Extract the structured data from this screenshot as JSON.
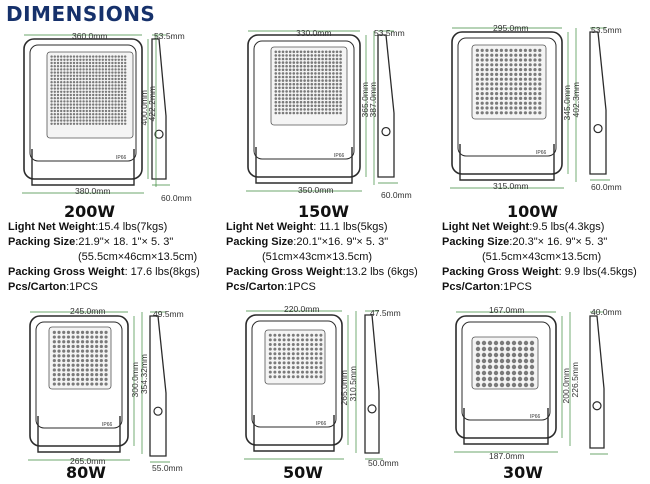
{
  "title": "DIMENSIONS",
  "products": [
    {
      "watt": "200W",
      "dims": {
        "top": "360.0mm",
        "bottom": "380.0mm",
        "side_top": "53.5mm",
        "side_bottom": "60.0mm",
        "h1": "400.0mm",
        "h2": "422.2mm"
      },
      "specs": {
        "net_label": "Light Net Weight",
        "net_value": ":15.4 lbs(7kgs)",
        "size_label": "Packing Size",
        "size_value": ":21.9\"× 18. 1\"× 5. 3\"",
        "size_metric": "(55.5cm×46cm×13.5cm)",
        "gross_label": "Packing Gross Weight",
        "gross_value": ": 17.6 lbs(8kgs)",
        "pcs_label": "Pcs/Carton",
        "pcs_value": ":1PCS"
      }
    },
    {
      "watt": "150W",
      "dims": {
        "top": "330.0mm",
        "bottom": "350.0mm",
        "side_top": "53.5mm",
        "side_bottom": "60.0mm",
        "h1": "365.0mm",
        "h2": "387.0mm"
      },
      "specs": {
        "net_label": "Light Net Weight",
        "net_value": ": 11.1 lbs(5kgs)",
        "size_label": "Packing Size",
        "size_value": ":20.1\"×16. 9\"× 5. 3\"",
        "size_metric": "(51cm×43cm×13.5cm)",
        "gross_label": "Packing Gross Weight",
        "gross_value": ":13.2 lbs (6kgs)",
        "pcs_label": "Pcs/Carton",
        "pcs_value": ":1PCS"
      }
    },
    {
      "watt": "100W",
      "dims": {
        "top": "295.0mm",
        "bottom": "315.0mm",
        "side_top": "53.5mm",
        "side_bottom": "60.0mm",
        "h1": "345.0mm",
        "h2": "402.3mm"
      },
      "specs": {
        "net_label": "Light Net Weight",
        "net_value": ":9.5 lbs(4.3kgs)",
        "size_label": "Packing Size",
        "size_value": ":20.3\"× 16. 9\"× 5. 3\"",
        "size_metric": "(51.5cm×43cm×13.5cm)",
        "gross_label": "Packing Gross Weight",
        "gross_value": ": 9.9 lbs(4.5kgs)",
        "pcs_label": "Pcs/Carton",
        "pcs_value": ":1PCS"
      }
    },
    {
      "watt": "80W",
      "dims": {
        "top": "245.0mm",
        "bottom": "265.0mm",
        "side_top": "49.5mm",
        "side_bottom": "55.0mm",
        "h1": "300.0mm",
        "h2": "354.32mm"
      }
    },
    {
      "watt": "50W",
      "dims": {
        "top": "220.0mm",
        "bottom": "",
        "side_top": "47.5mm",
        "side_bottom": "50.0mm",
        "h1": "265.0mm",
        "h2": "310.5mm"
      }
    },
    {
      "watt": "30W",
      "dims": {
        "top": "167.0mm",
        "bottom": "187.0mm",
        "side_top": "40.0mm",
        "side_bottom": "",
        "h1": "200.0mm",
        "h2": "226.5mm"
      }
    }
  ],
  "ip_label": "IP66",
  "colors": {
    "title": "#16316b",
    "dim_line": "#3c8a3c",
    "housing": "#2b2b2b",
    "led": "#7a7a7a"
  }
}
